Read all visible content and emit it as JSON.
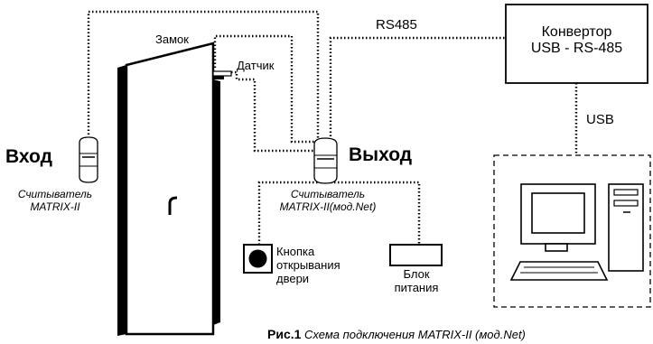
{
  "labels": {
    "vhod": "Вход",
    "vyhod": "Выход",
    "zamok": "Замок",
    "datchik": "Датчик",
    "rs485": "RS485",
    "usb": "USB",
    "reader_left_1": "Считыватель",
    "reader_left_2": "MATRIX-II",
    "reader_right_1": "Считыватель",
    "reader_right_2": "MATRIX-II(мод.Net)",
    "button_1": "Кнопка",
    "button_2": "открывания",
    "button_3": "двери",
    "psu_1": "Блок",
    "psu_2": "питания",
    "converter_1": "Конвертор",
    "converter_2": "USB - RS-485",
    "caption_bold": "Рис.1",
    "caption_text": "Схема подключения MATRIX-II (мод.Net)"
  },
  "icons": {
    "door": "door-icon",
    "reader_left": "card-reader-icon",
    "reader_right": "card-reader-icon",
    "button": "push-button-icon",
    "psu": "power-supply-icon",
    "computer": "computer-icon"
  }
}
